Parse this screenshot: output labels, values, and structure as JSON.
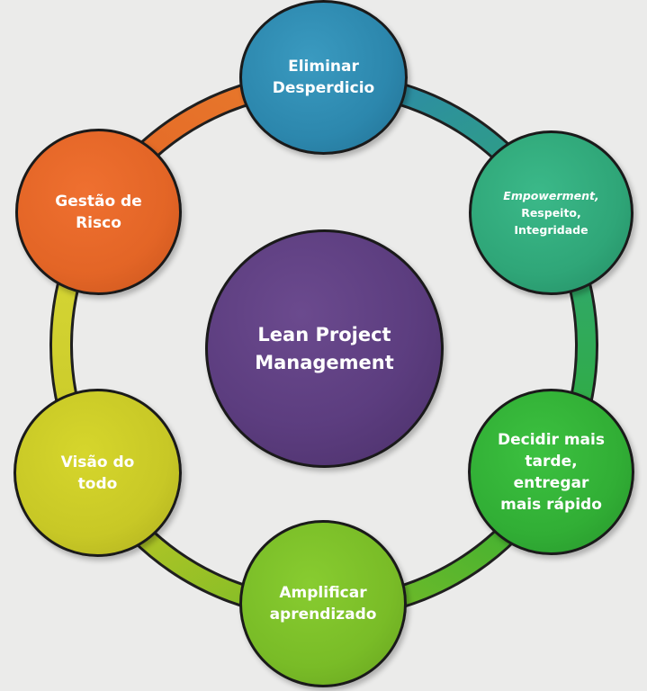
{
  "center": {
    "lines": [
      "Lean Project",
      "Management"
    ],
    "color": "#5c3d7f"
  },
  "nodes": [
    {
      "id": "eliminar",
      "lines": [
        "Eliminar",
        "Desperdicio"
      ],
      "color": "#2c87ad"
    },
    {
      "id": "empowerment",
      "lines_italic": "Empowerment,",
      "lines": [
        "Respeito,",
        "Integridade"
      ],
      "color": "#2fa678"
    },
    {
      "id": "decidir",
      "lines": [
        "Decidir mais",
        "tarde,",
        "entregar",
        "mais rápido"
      ],
      "color": "#31ae35"
    },
    {
      "id": "amplificar",
      "lines": [
        "Amplificar",
        "aprendizado"
      ],
      "color": "#79bc27"
    },
    {
      "id": "visao",
      "lines": [
        "Visão do",
        "todo"
      ],
      "color": "#c8c826"
    },
    {
      "id": "gestao",
      "lines": [
        "Gestão de",
        "Risco"
      ],
      "color": "#e36526"
    }
  ],
  "ring_segment_colors": [
    "#2c87ad",
    "#2fa678",
    "#31ae35",
    "#79bc27",
    "#c8c826",
    "#e36526"
  ]
}
